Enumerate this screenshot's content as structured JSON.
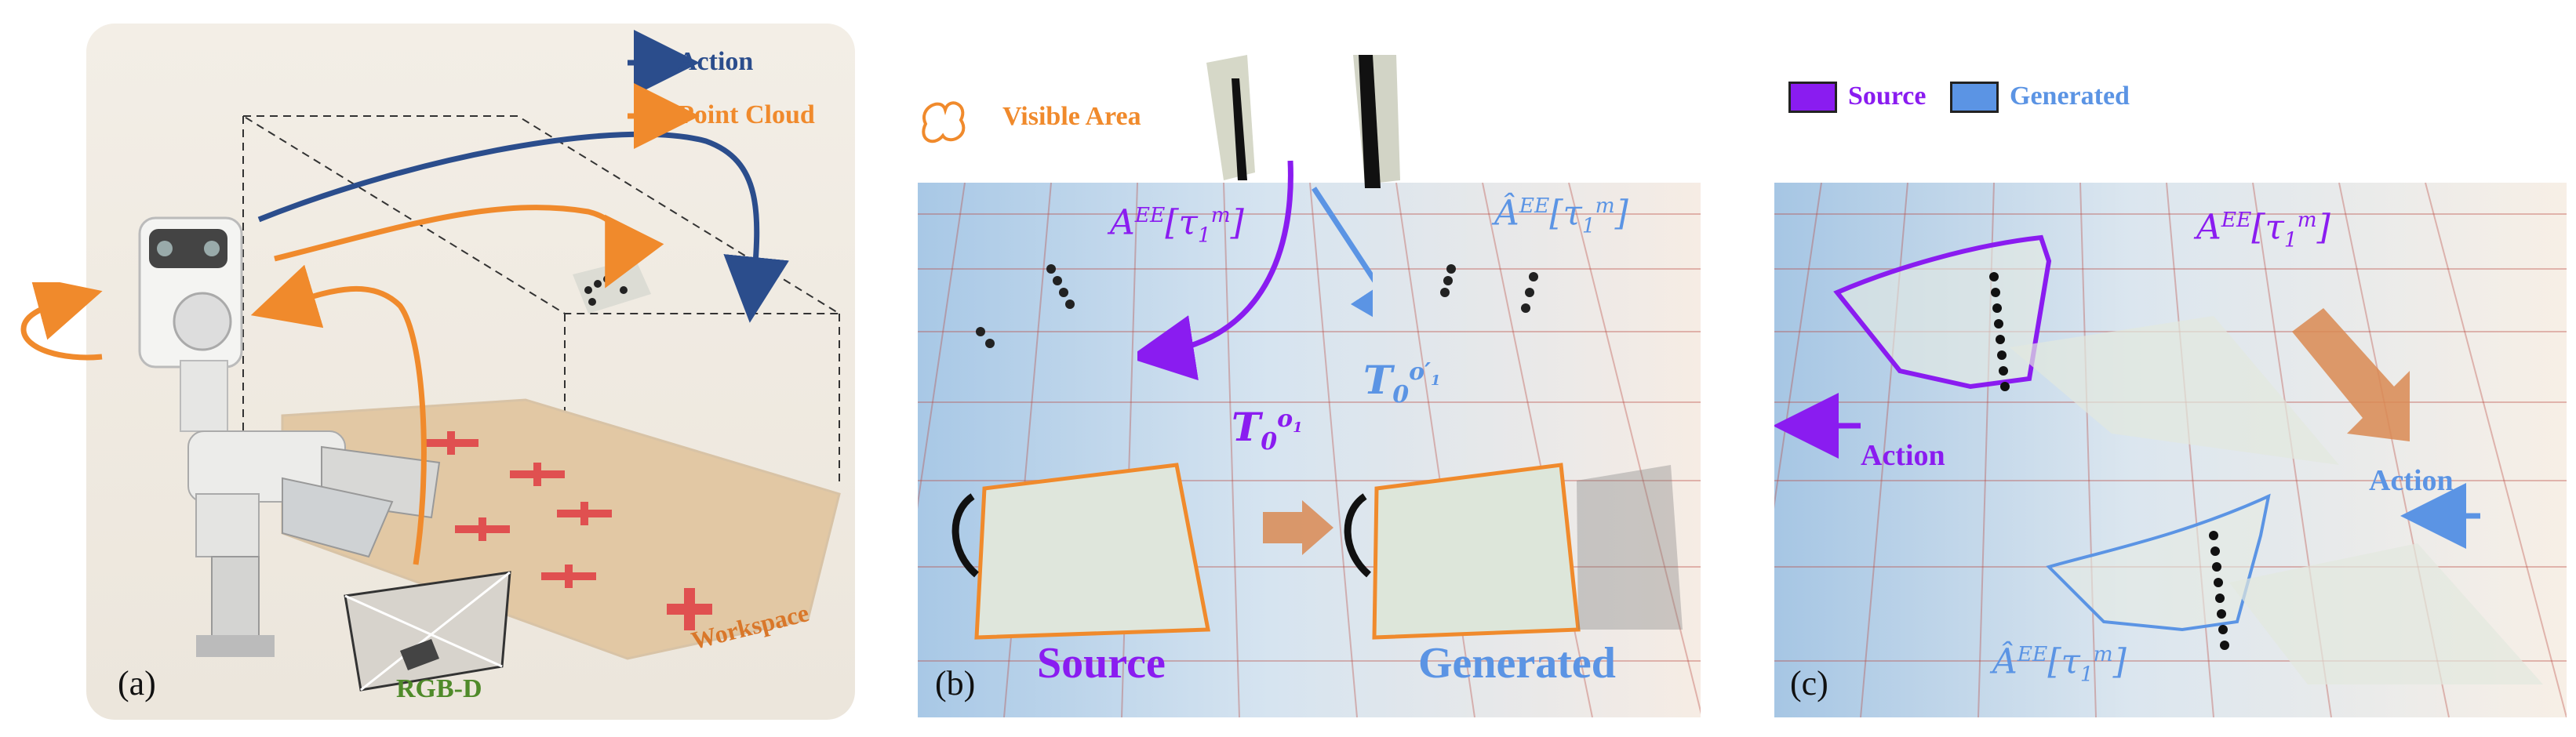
{
  "panel_a": {
    "tag": "(a)",
    "legend": [
      {
        "label": "Action",
        "color": "#2b4d8c"
      },
      {
        "label": "Point Cloud",
        "color": "#f08a2c"
      }
    ],
    "rgbd_label": "RGB-D",
    "workspace_label": "Workspace"
  },
  "panel_b": {
    "tag": "(b)",
    "visible_area_label": "Visible Area",
    "source_label": "Source",
    "generated_label": "Generated",
    "action_source_math": "A^EE[τ1^m]",
    "action_generated_math": "Â^EE[τ1^m]",
    "transform_source": "T0^o1",
    "transform_generated": "T0^o1'"
  },
  "panel_c": {
    "tag": "(c)",
    "legend": [
      {
        "label": "Source",
        "color": "#8a1cf0"
      },
      {
        "label": "Generated",
        "color": "#5b94e4"
      }
    ],
    "action_left_label": "Action",
    "action_right_label": "Action",
    "math_top": "A^EE[τ1^m]",
    "math_bottom": "Â^EE[τ1^m]"
  },
  "colors": {
    "action_blue": "#2b4d8c",
    "point_cloud_orange": "#f08a2c",
    "source_purple": "#8a1cf0",
    "generated_blue": "#5b94e4",
    "workspace_orange": "#d9772a",
    "rgbd_green": "#4f8a2a"
  }
}
